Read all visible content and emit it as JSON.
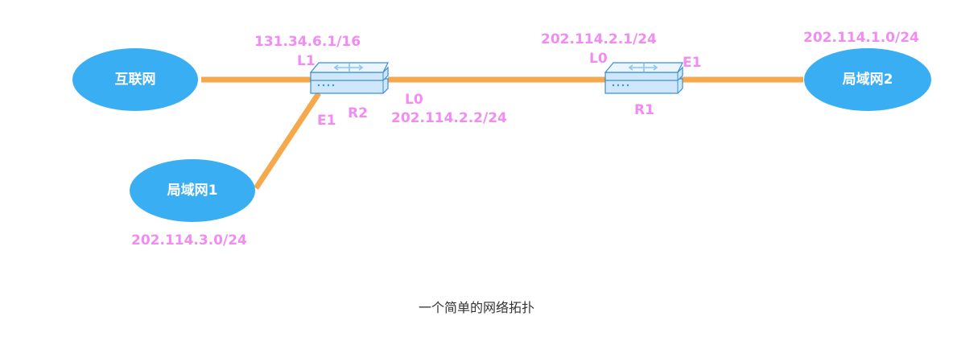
{
  "nodes": {
    "internet": {
      "label": "互联网"
    },
    "lan1": {
      "label": "局域网1",
      "network": "202.114.3.0/24"
    },
    "lan2": {
      "label": "局域网2",
      "network": "202.114.1.0/24"
    }
  },
  "routers": {
    "r2": {
      "name": "R2",
      "l1_label": "L1",
      "l1_address": "131.34.6.1/16",
      "e1_label": "E1",
      "l0_label": "L0",
      "l0_address": "202.114.2.2/24"
    },
    "r1": {
      "name": "R1",
      "l0_label": "L0",
      "l0_address": "202.114.2.1/24",
      "e1_label": "E1"
    }
  },
  "caption": "一个简单的网络拓扑",
  "colors": {
    "link": "#f5a94c",
    "cloud": "#3aaef3",
    "label": "#f08cf2",
    "router": "#3b8ed8"
  }
}
